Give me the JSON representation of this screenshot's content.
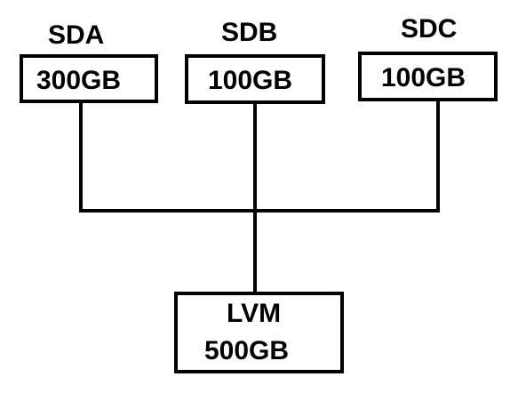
{
  "disks": [
    {
      "name": "SDA",
      "size": "300GB"
    },
    {
      "name": "SDB",
      "size": "100GB"
    },
    {
      "name": "SDC",
      "size": "100GB"
    }
  ],
  "volume": {
    "name": "LVM",
    "size": "500GB"
  }
}
